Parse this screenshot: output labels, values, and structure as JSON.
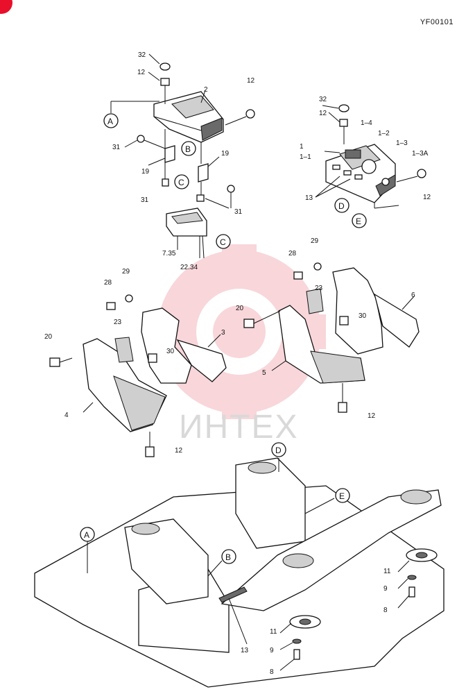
{
  "header": {
    "code": "YF00101"
  },
  "watermark": {
    "text": "ИНТЕХ"
  },
  "colors": {
    "corner_badge": "#e8102a",
    "watermark_gear": "#f3b6bd",
    "line": "#111111"
  },
  "labels": {
    "p32a": "32",
    "p12a": "12",
    "p2": "2",
    "p12b": "12",
    "p31a": "31",
    "p19a": "19",
    "p19b": "19",
    "p31b": "31",
    "p31c": "31",
    "p735": "7.35",
    "p2234": "22.34",
    "p32b": "32",
    "p12c": "12",
    "p14": "1–4",
    "p12": "1–2",
    "p1": "1",
    "p11": "1–1",
    "p13": "1–3",
    "p13a": "1–3A",
    "p13b": "13",
    "p12d": "12",
    "p28a": "28",
    "p29a": "29",
    "p23a": "23",
    "p20a": "20",
    "p30a": "30",
    "p3": "3",
    "p4": "4",
    "p12e": "12",
    "p28b": "28",
    "p29b": "29",
    "p23b": "23",
    "p20b": "20",
    "p30b": "30",
    "p6": "6",
    "p5": "5",
    "p12f": "12",
    "p11a": "11",
    "p9a": "9",
    "p8a": "8",
    "p11b": "11",
    "p9b": "9",
    "p8b": "8",
    "p13c": "13"
  },
  "callouts": {
    "A1": "A",
    "B1": "B",
    "C1": "C",
    "C2": "C",
    "D1": "D",
    "E1": "E",
    "A2": "A",
    "B2": "B",
    "D2": "D",
    "E2": "E"
  }
}
